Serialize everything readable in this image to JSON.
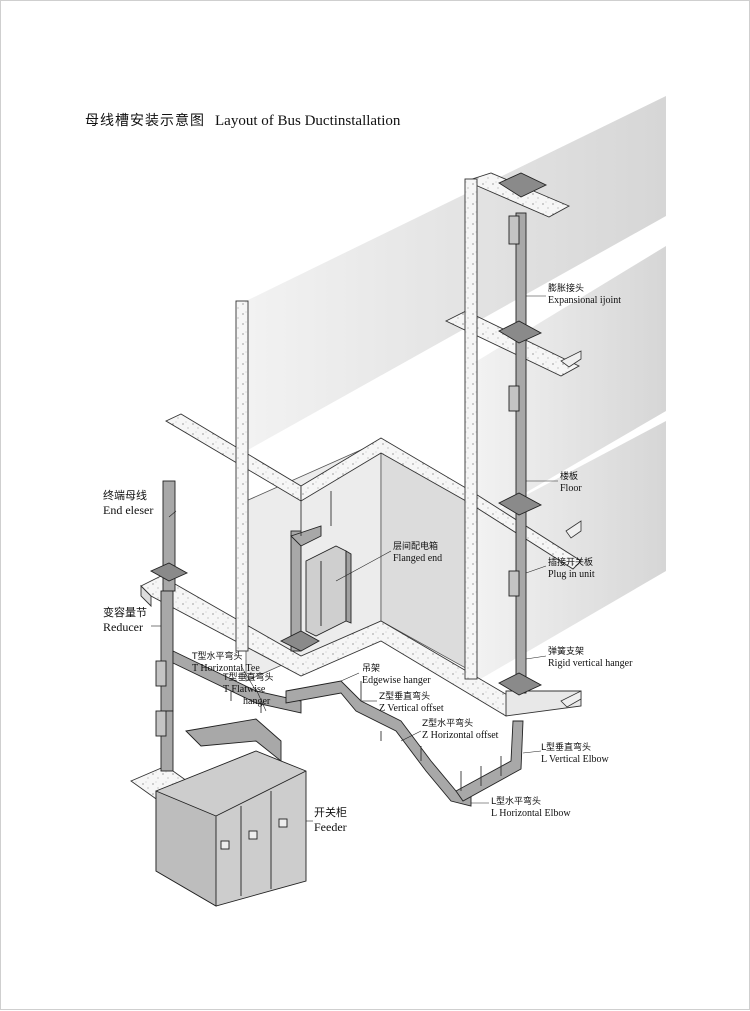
{
  "title": {
    "zh": "母线槽安装示意图",
    "en": "Layout of Bus Ductinstallation"
  },
  "labels": {
    "expansion_joint": {
      "zh": "膨胀接头",
      "en": "Expansional ijoint"
    },
    "floor": {
      "zh": "楼板",
      "en": "Floor"
    },
    "plug_in_unit": {
      "zh": "插接开关板",
      "en": "Plug in unit"
    },
    "rigid_vertical_hanger": {
      "zh": "弹簧支架",
      "en": "Rigid vertical hanger"
    },
    "l_vertical_elbow": {
      "zh": "L型垂直弯头",
      "en": "L Vertical Elbow"
    },
    "l_horizontal_elbow": {
      "zh": "L型水平弯头",
      "en": "L Horizontal Elbow"
    },
    "z_horizontal_offset": {
      "zh": "Z型水平弯头",
      "en": "Z Horizontal offset"
    },
    "z_vertical_offset": {
      "zh": "Z型垂直弯头",
      "en": "Z Vertical offset"
    },
    "edgewise_hanger": {
      "zh": "吊架",
      "en": "Edgewise hanger"
    },
    "flanged_end": {
      "zh": "层间配电箱",
      "en": "Flanged end"
    },
    "end_closer": {
      "zh": "终端母线",
      "en": "End eleser"
    },
    "reducer": {
      "zh": "变容量节",
      "en": "Reducer"
    },
    "t_horizontal_tee": {
      "zh": "T型水平弯头",
      "en": "T Horizontal Tee"
    },
    "t_flatwise_hanger": {
      "zh": "T型垂直弯头",
      "en": "T Flatwise",
      "en2": "hanger"
    },
    "feeder": {
      "zh": "开关柜",
      "en": "Feeder"
    }
  },
  "colors": {
    "wall": "#e2e2e2",
    "wall_edge": "#444444",
    "beam": "#f4f4f4",
    "duct": "#9c9c9c",
    "cabinet": "#d8d8d8",
    "line": "#222222"
  }
}
